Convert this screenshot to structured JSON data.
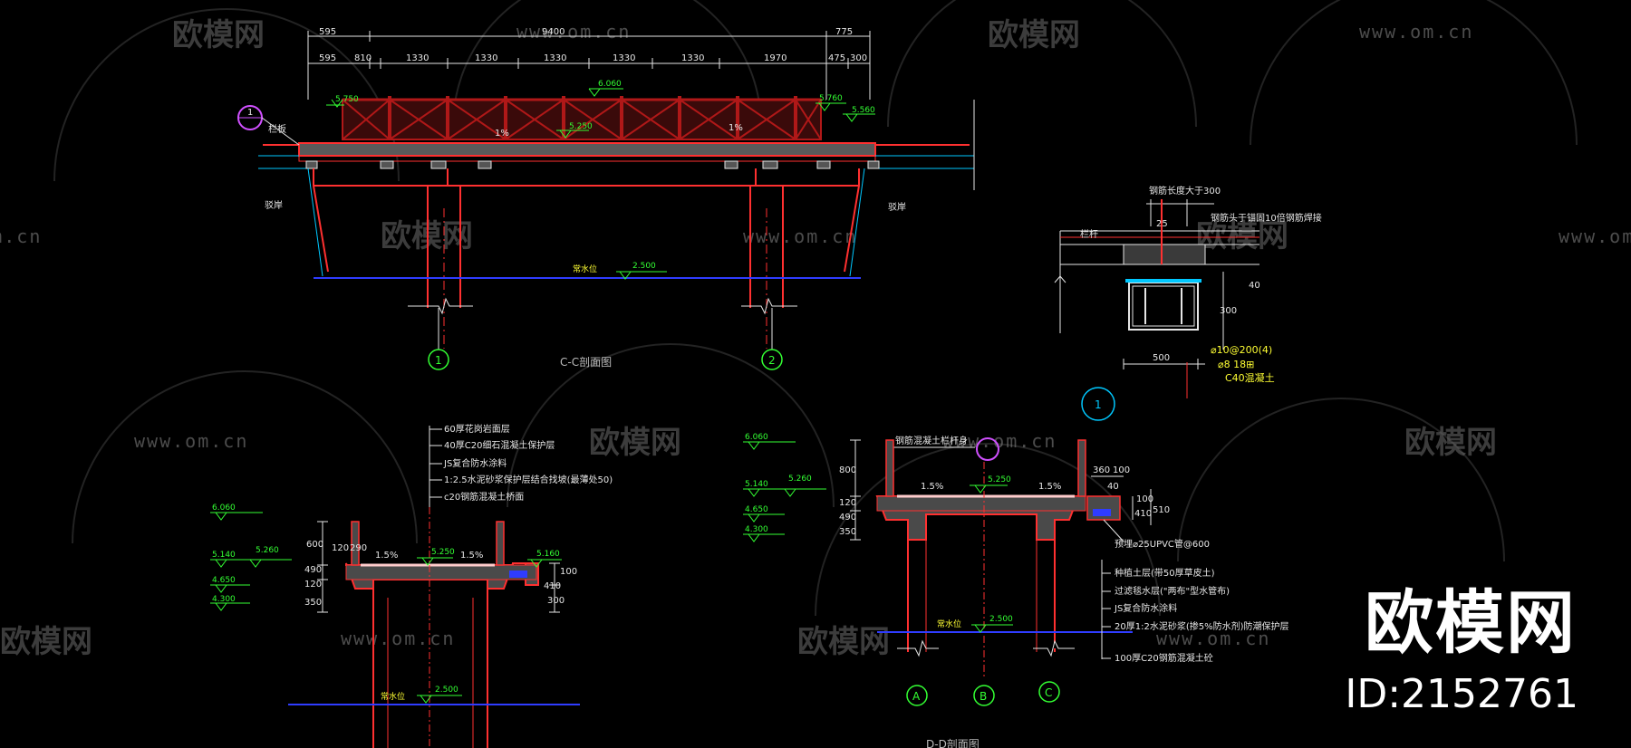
{
  "colors": {
    "background": "#000000",
    "structure": "#ff3030",
    "railing": "#b01818",
    "dimension": "#e6e6e6",
    "elevation": "#33ff33",
    "water": "#2f3cff",
    "axis": "#33ff33",
    "detail_circle": "#00c8ff"
  },
  "section_cc": {
    "title": "C-C剖面图",
    "overall_dims": [
      "595",
      "9400",
      "775"
    ],
    "detail_dims": [
      "595",
      "810",
      "1330",
      "1330",
      "1330",
      "1330",
      "1330",
      "1970",
      "475",
      "300"
    ],
    "elevations": [
      "5.750",
      "6.060",
      "5.250",
      "5.760",
      "5.560",
      "2.500"
    ],
    "slopes": [
      "1%",
      "1%"
    ],
    "labels": {
      "bank_left": "驳岸",
      "bank_right": "驳岸",
      "water_level": "常水位",
      "callout": "栏板"
    },
    "axes": [
      "1",
      "2"
    ],
    "detail_ref": "1"
  },
  "detail_1": {
    "notes": [
      "钢筋长度大于300",
      "钢筋头于锚固10倍钢筋焊接",
      "栏杆"
    ],
    "dims": [
      "25",
      "40",
      "300",
      "500"
    ],
    "rebar": [
      "⌀10@200(4)",
      "⌀8 18⊞",
      "C40混凝土"
    ],
    "detail_no": "1"
  },
  "section_left": {
    "layers": [
      "60厚花岗岩面层",
      "40厚C20细石混凝土保护层",
      "JS复合防水涂料",
      "1:2.5水泥砂浆保护层结合找坡(最薄处50)",
      "c20钢筋混凝土桥面"
    ],
    "elevations": [
      "6.060",
      "5.140",
      "5.260",
      "4.650",
      "4.300",
      "5.250",
      "5.160",
      "2.500"
    ],
    "dims": [
      "600",
      "120",
      "290",
      "490",
      "120",
      "350",
      "100",
      "410",
      "300"
    ],
    "slopes": [
      "1.5%",
      "1.5%"
    ],
    "water_level": "常水位"
  },
  "section_dd": {
    "title": "D-D剖面图",
    "callout": "钢筋混凝土栏杆身",
    "elevations": [
      "6.060",
      "5.140",
      "5.260",
      "4.650",
      "4.300",
      "5.250",
      "2.500"
    ],
    "dims": [
      "800",
      "120",
      "490",
      "350",
      "360",
      "100",
      "40",
      "100",
      "410",
      "510"
    ],
    "slopes": [
      "1.5%",
      "1.5%"
    ],
    "drain": "预埋⌀25UPVC管@600",
    "layers": [
      "种植土层(带50厚草皮土)",
      "过滤毯水层(\"两布\"型水管布)",
      "JS复合防水涂料",
      "20厚1:2水泥砂浆(掺5%防水剂)防潮保护层",
      "100厚C20钢筋混凝土砼"
    ],
    "water_level": "常水位",
    "axes": [
      "A",
      "B",
      "C"
    ]
  },
  "watermark": {
    "brand": "欧模网",
    "url": "www.om.cn"
  },
  "brand_block": {
    "title": "欧模网",
    "id": "ID:2152761"
  }
}
